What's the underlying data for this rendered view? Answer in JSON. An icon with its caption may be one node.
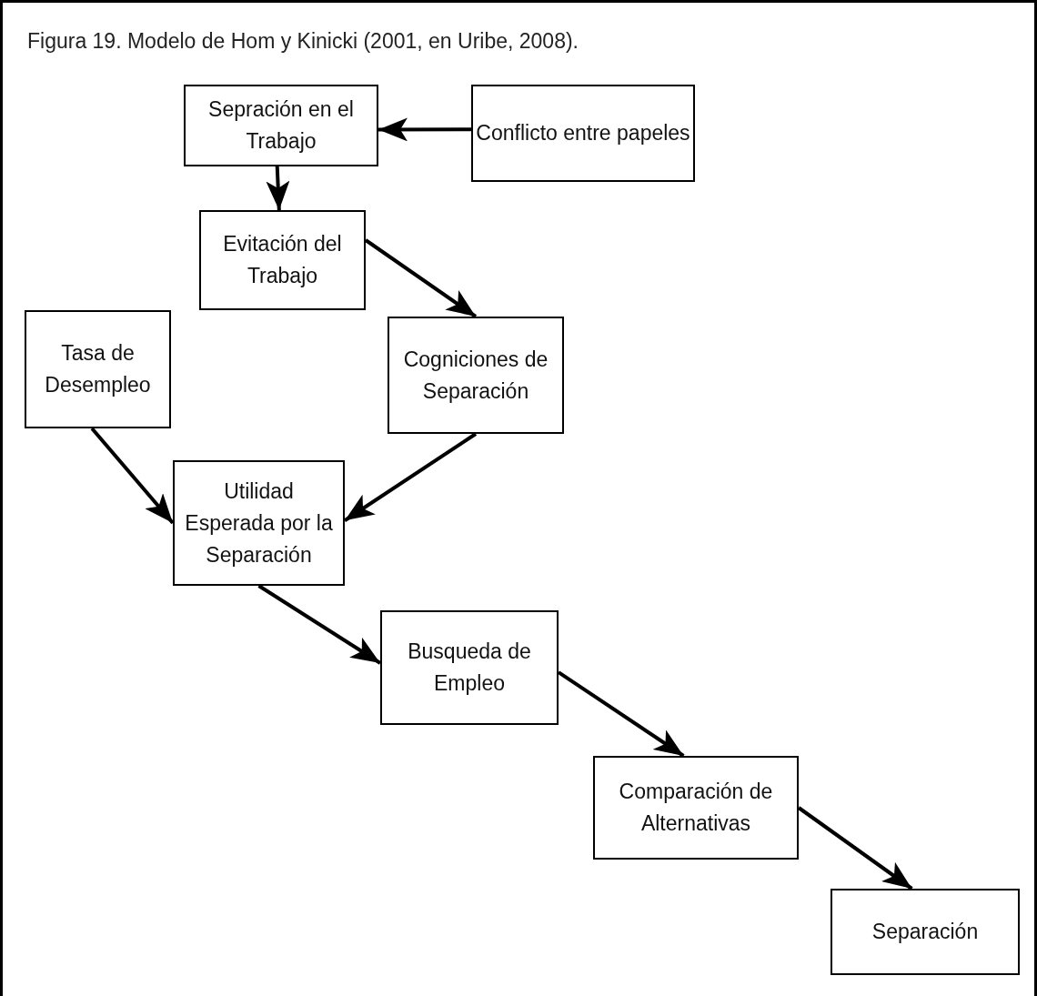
{
  "diagram": {
    "title": "Figura 19. Modelo de Hom y Kinicki (2001, en Uribe, 2008).",
    "nodes": [
      {
        "text": [
          "Sepración en el Trabajo"
        ]
      },
      {
        "text": [
          "Conflicto entre papeles"
        ]
      },
      {
        "text": [
          "Evitación del Trabajo"
        ]
      },
      {
        "text": [
          "Tasa de Desempleo"
        ]
      },
      {
        "text": [
          "Cogniciones de Separación"
        ]
      },
      {
        "text": [
          "Utilidad Esperada por la Separación"
        ]
      },
      {
        "text": [
          "Busqueda de Empleo"
        ]
      },
      {
        "text": [
          "Comparación de Alternativas"
        ]
      },
      {
        "text": [
          "Separación"
        ]
      }
    ],
    "edges": [
      {
        "from": 1,
        "to": 0,
        "arrow": "to"
      },
      {
        "from": 0,
        "to": 2,
        "arrow": "to"
      },
      {
        "from": 2,
        "to": 4,
        "arrow": "to"
      },
      {
        "from": 4,
        "to": 5,
        "arrow": "to"
      },
      {
        "from": 3,
        "to": 5,
        "arrow": "to"
      },
      {
        "from": 5,
        "to": 6,
        "arrow": "to"
      },
      {
        "from": 6,
        "to": 7,
        "arrow": "to"
      },
      {
        "from": 7,
        "to": 8,
        "arrow": "to"
      }
    ]
  }
}
